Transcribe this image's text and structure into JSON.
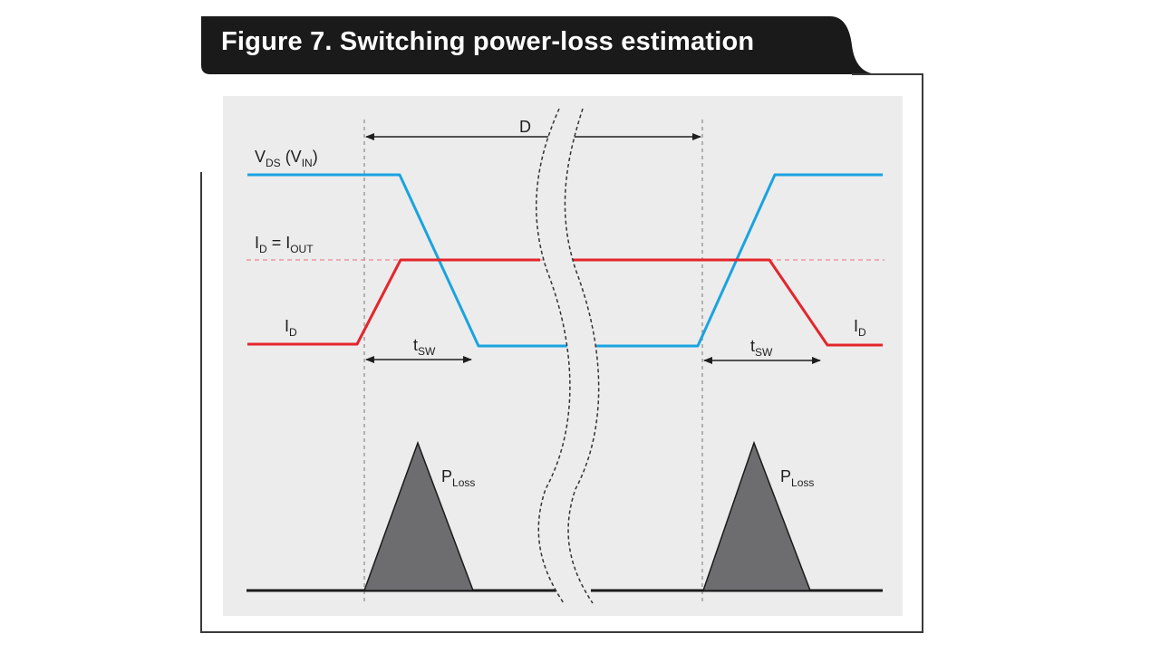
{
  "figure": {
    "title": "Figure 7. Switching power-loss estimation"
  },
  "labels": {
    "duty": "D",
    "vds": {
      "main": "V",
      "sub1": "DS",
      "mid": " (V",
      "sub2": "IN",
      "end": ")"
    },
    "id_iout": {
      "main": "I",
      "sub1": "D",
      "mid": " = I",
      "sub2": "OUT"
    },
    "id_left": {
      "main": "I",
      "sub": "D"
    },
    "id_right": {
      "main": "I",
      "sub": "D"
    },
    "tsw_left": {
      "main": "t",
      "sub": "SW"
    },
    "tsw_right": {
      "main": "t",
      "sub": "SW"
    },
    "ploss_left": {
      "main": "P",
      "sub": "Loss"
    },
    "ploss_right": {
      "main": "P",
      "sub": "Loss"
    }
  },
  "colors": {
    "vds": "#1aa3e0",
    "id": "#e3262c",
    "ploss": "#6d6d6f",
    "panel": "#ececec",
    "banner": "#1a1a1a"
  }
}
